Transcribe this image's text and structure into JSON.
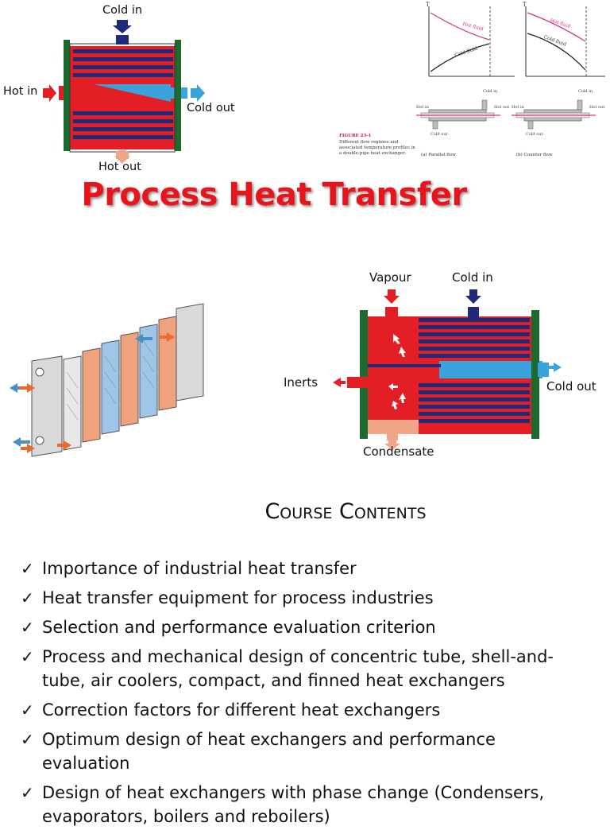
{
  "figure_top": {
    "cold_in": "Cold in",
    "hot_in": "Hot in",
    "cold_out": "Cold out",
    "hot_out": "Hot out"
  },
  "figure_graph": {
    "axis_t_left": "T",
    "axis_t_right": "T",
    "hot_fluid_left": "Hot fluid",
    "cold_fluid_left": "Cold fluid",
    "hot_fluid_right": "Hot fluid",
    "cold_fluid_right": "Cold fluid",
    "label_hot_in_left": "Hot in",
    "label_hot_out_left": "Hot out",
    "label_cold_in_left": "Cold in",
    "label_cold_out_left": "Cold out",
    "label_hot_in_right": "Hot in",
    "label_hot_out_right": "Hot out",
    "label_cold_in_right": "Cold in",
    "label_cold_out_right": "Cold out",
    "caption_title": "FIGURE 23-1",
    "caption_line1": "Different flow regimes and",
    "caption_line2": "associated temperature profiles in",
    "caption_line3": "a double-pipe heat exchanger.",
    "sub_a": "(a) Parallel flow",
    "sub_b": "(b) Counter flow"
  },
  "title": "Process Heat Transfer",
  "figure_condenser": {
    "vapour": "Vapour",
    "cold_in": "Cold in",
    "inerts": "Inerts",
    "cold_out": "Cold out",
    "condensate": "Condensate"
  },
  "section_heading": "Course Contents",
  "check_glyph": "✓",
  "contents": [
    [
      "Importance of industrial heat transfer"
    ],
    [
      "Heat transfer equipment for process industries"
    ],
    [
      "Selection and performance evaluation criterion"
    ],
    [
      "Process and mechanical design of concentric tube, shell-and-",
      "tube, air coolers, compact, and finned heat exchangers"
    ],
    [
      "Correction factors for different heat exchangers"
    ],
    [
      "Optimum design of heat exchangers and performance",
      "evaluation"
    ],
    [
      "Design of heat exchangers with phase change (Condensers,",
      "evaporators, boilers and reboilers)"
    ]
  ],
  "colors": {
    "title_red": "#e8141b",
    "hot_red": "#e31e24",
    "cold_navy": "#1f2a78",
    "cold_light": "#3aa3dc",
    "plate_green": "#1b6b2f",
    "hot_out_salmon": "#f2a586"
  }
}
